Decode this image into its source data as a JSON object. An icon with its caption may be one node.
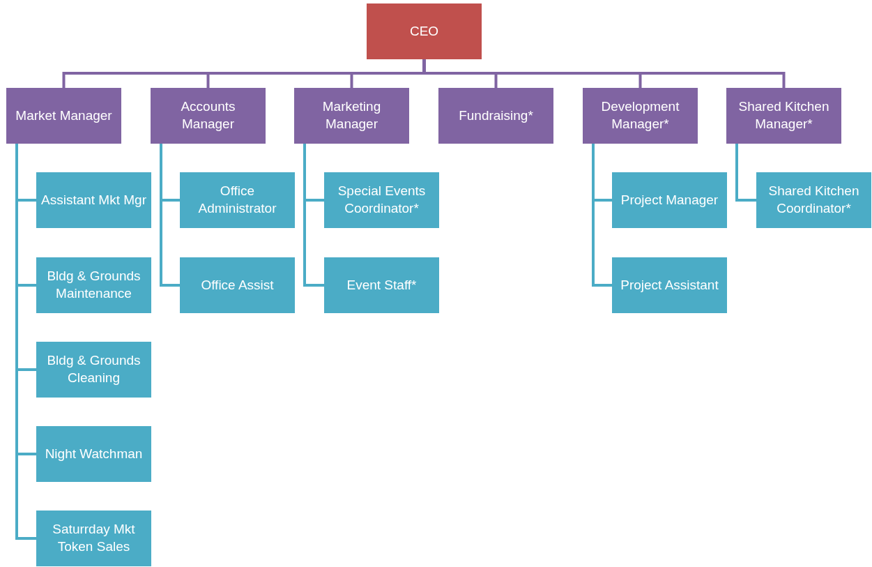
{
  "diagram": {
    "nodes": [
      {
        "text": [
          "CEO"
        ]
      },
      {
        "text": [
          "Market Manager"
        ]
      },
      {
        "text": [
          "Accounts Manager"
        ]
      },
      {
        "text": [
          "Marketing Manager"
        ]
      },
      {
        "text": [
          "Fundraising*"
        ]
      },
      {
        "text": [
          "Development Manager*"
        ]
      },
      {
        "text": [
          "Shared Kitchen Manager*"
        ]
      },
      {
        "text": [
          "Assistant Mkt Mgr"
        ]
      },
      {
        "text": [
          "Bldg & Grounds Maintenance"
        ]
      },
      {
        "text": [
          "Bldg & Grounds Cleaning"
        ]
      },
      {
        "text": [
          "Night Watchman"
        ]
      },
      {
        "text": [
          "Saturrday Mkt Token Sales"
        ]
      },
      {
        "text": [
          "Office Administrator"
        ]
      },
      {
        "text": [
          "Office Assist"
        ]
      },
      {
        "text": [
          "Special Events Coordinator*"
        ]
      },
      {
        "text": [
          "Event Staff*"
        ]
      },
      {
        "text": [
          "Project Manager"
        ]
      },
      {
        "text": [
          "Project Assistant"
        ]
      },
      {
        "text": [
          "Shared Kitchen Coordinator*"
        ]
      }
    ],
    "edges": [
      {
        "from": 0,
        "to": 1,
        "arrow": "none",
        "color": "#8064a2"
      },
      {
        "from": 0,
        "to": 2,
        "arrow": "none",
        "color": "#8064a2"
      },
      {
        "from": 0,
        "to": 3,
        "arrow": "none",
        "color": "#8064a2"
      },
      {
        "from": 0,
        "to": 4,
        "arrow": "none",
        "color": "#8064a2"
      },
      {
        "from": 0,
        "to": 5,
        "arrow": "none",
        "color": "#8064a2"
      },
      {
        "from": 0,
        "to": 6,
        "arrow": "none",
        "color": "#8064a2"
      },
      {
        "from": 1,
        "to": 7,
        "arrow": "none"
      },
      {
        "from": 1,
        "to": 8,
        "arrow": "none"
      },
      {
        "from": 1,
        "to": 9,
        "arrow": "none"
      },
      {
        "from": 1,
        "to": 10,
        "arrow": "none"
      },
      {
        "from": 1,
        "to": 11,
        "arrow": "none"
      },
      {
        "from": 2,
        "to": 12,
        "arrow": "none"
      },
      {
        "from": 2,
        "to": 13,
        "arrow": "none"
      },
      {
        "from": 3,
        "to": 14,
        "arrow": "none"
      },
      {
        "from": 3,
        "to": 15,
        "arrow": "none"
      },
      {
        "from": 5,
        "to": 16,
        "arrow": "none"
      },
      {
        "from": 5,
        "to": 17,
        "arrow": "none"
      },
      {
        "from": 6,
        "to": 18,
        "arrow": "none"
      }
    ]
  }
}
